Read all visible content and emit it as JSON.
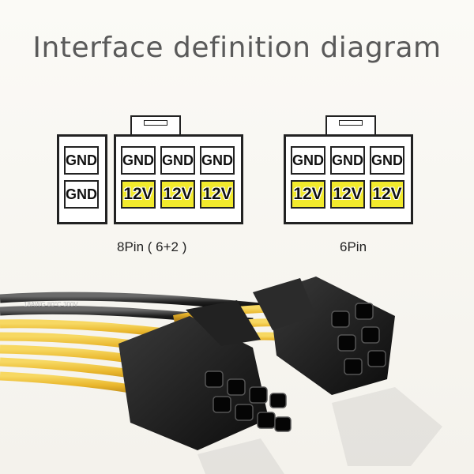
{
  "title": "Interface definition diagram",
  "connectors": [
    {
      "id": "8pin",
      "caption": "8Pin ( 6+2 )",
      "side_module_pins": [
        "GND",
        "GND"
      ],
      "main_top_row": [
        "GND",
        "GND",
        "GND"
      ],
      "main_bottom_row": [
        "12V",
        "12V",
        "12V"
      ]
    },
    {
      "id": "6pin",
      "caption": "6Pin",
      "top_row": [
        "GND",
        "GND",
        "GND"
      ],
      "bottom_row": [
        "12V",
        "12V",
        "12V"
      ]
    }
  ],
  "colors": {
    "pin_12v_fill": "#f2ea2c",
    "pin_gnd_fill": "#ffffff",
    "title_color": "#5a5a5a",
    "wire_yellow": "#e9b62c",
    "wire_black": "#1a1a1a"
  },
  "photo": {
    "cable_print": "18AWG 80°C 300V"
  }
}
